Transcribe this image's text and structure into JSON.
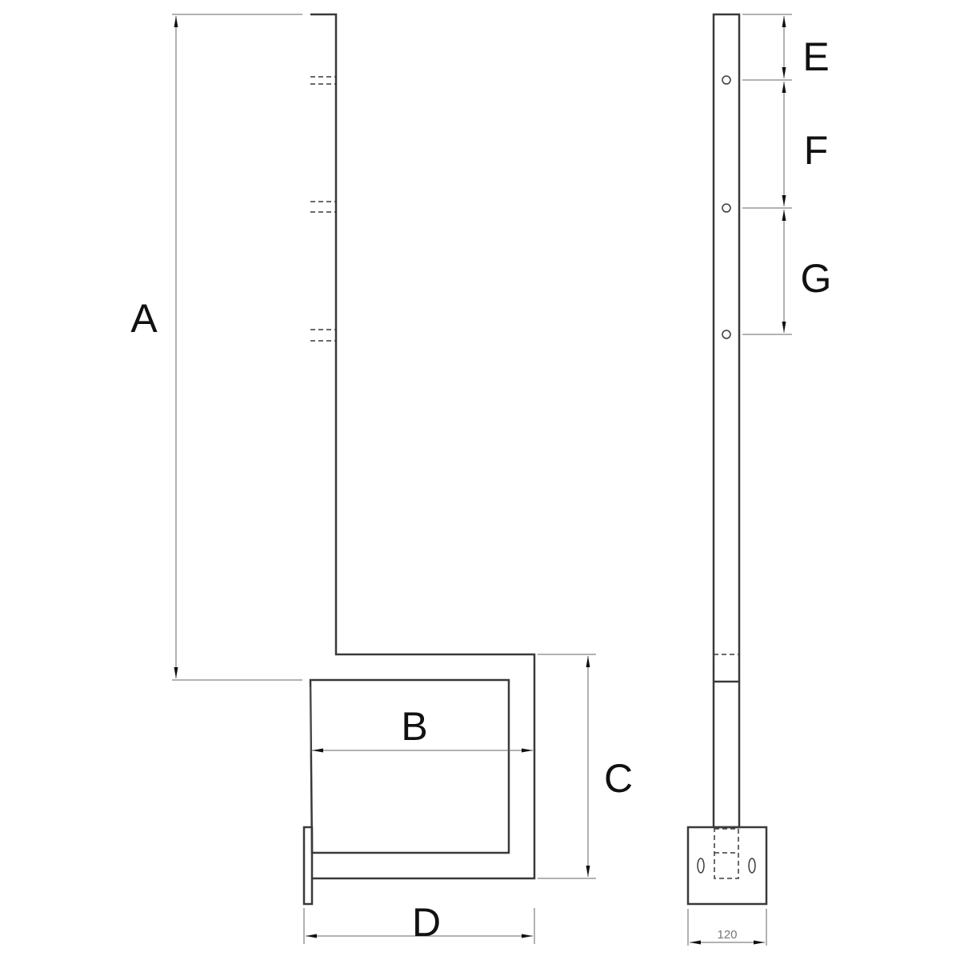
{
  "labels": {
    "A": "A",
    "B": "B",
    "C": "C",
    "D": "D",
    "E": "E",
    "F": "F",
    "G": "G"
  },
  "base_width": "120"
}
